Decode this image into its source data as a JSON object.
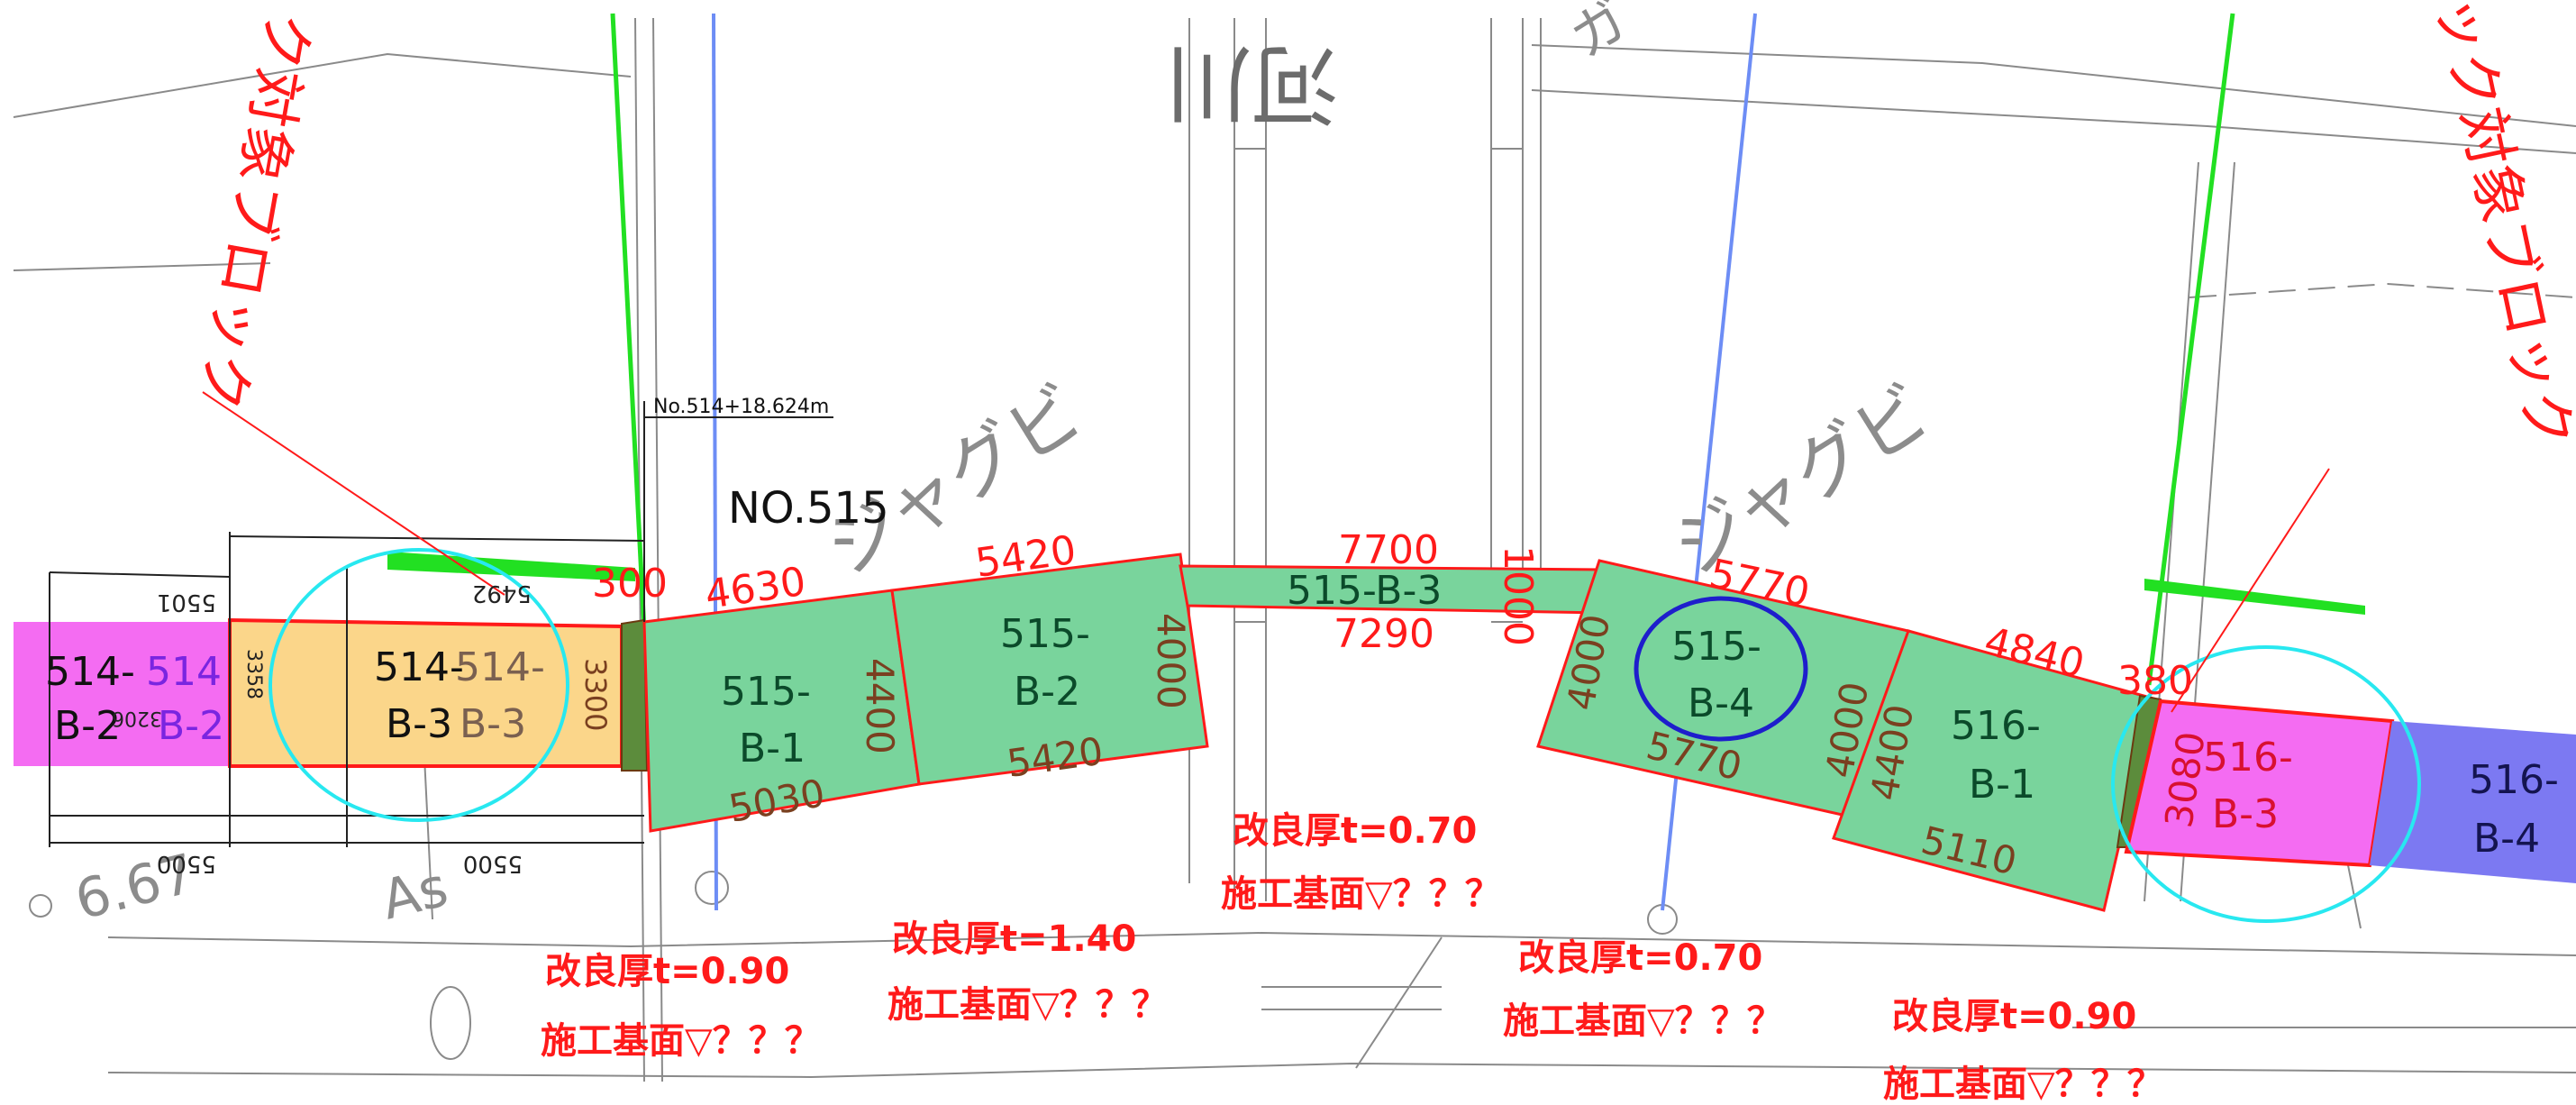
{
  "colors": {
    "pink": "#f46cf2",
    "orange": "#fbd68a",
    "green": "#79d49c",
    "blue": "#7c79f2",
    "red_line": "#ff1a1a",
    "cyan": "#28e8f0",
    "navy": "#1e1ecc",
    "bright_green": "#22e022",
    "block_text": "#0b4a2a"
  },
  "side_labels": {
    "left": "ク対象ブロック",
    "right": "ック対象ブロック"
  },
  "station": {
    "number": "NO.515",
    "point": "No.514+18.624m",
    "left_value": "6.67",
    "left_code": "As"
  },
  "road_labels": [
    "河川",
    "ジャグビ",
    "ジャグビ",
    "ガ"
  ],
  "blocks": [
    {
      "line1": "514-",
      "line2": "B-2"
    },
    {
      "line1": "514",
      "line2": "B-2"
    },
    {
      "line1": "514-",
      "line2": "B-3"
    },
    {
      "line1": "514-",
      "line2": "B-3"
    },
    {
      "line1": "515-",
      "line2": "B-1"
    },
    {
      "line1": "515-",
      "line2": "B-2"
    },
    {
      "line1": "515-B-3",
      "line2": ""
    },
    {
      "line1": "515-",
      "line2": "B-4"
    },
    {
      "line1": "516-",
      "line2": "B-1"
    },
    {
      "line1": "516-",
      "line2": "B-3"
    },
    {
      "line1": "516-",
      "line2": "B-4"
    }
  ],
  "dimensions": {
    "d300": "300",
    "d4630": "4630",
    "d5420_top": "5420",
    "d5420_bot": "5420",
    "d5030": "5030",
    "d4400_a": "4400",
    "d4000_a": "4000",
    "d7700": "7700",
    "d7290": "7290",
    "d1000": "1000",
    "d5770_top": "5770",
    "d5770_bot": "5770",
    "d4000_b": "4000",
    "d4000_c": "4000",
    "d4400_b": "4400",
    "d4840": "4840",
    "d380": "380",
    "d5110": "5110",
    "d3080": "3080",
    "d3300": "3300",
    "d5500_a": "5500",
    "d5500_b": "5500",
    "d5492": "5492",
    "d5501": "5501",
    "d3358": "3358",
    "d3206": "3206"
  },
  "annotations": [
    {
      "thickness": "改良厚t=0.90",
      "base": "施工基面▽？？？"
    },
    {
      "thickness": "改良厚t=1.40",
      "base": "施工基面▽？？？"
    },
    {
      "thickness": "改良厚t=0.70",
      "base": "施工基面▽？？？"
    },
    {
      "thickness": "改良厚t=0.70",
      "base": "施工基面▽？？？"
    },
    {
      "thickness": "改良厚t=0.90",
      "base": "施工基面▽？？？"
    }
  ]
}
